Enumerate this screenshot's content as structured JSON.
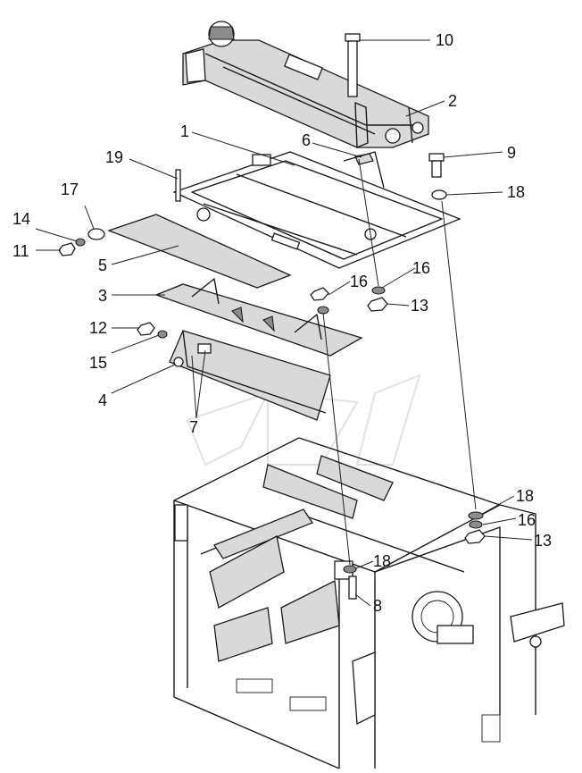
{
  "callouts": {
    "c1": "1",
    "c2": "2",
    "c3": "3",
    "c4": "4",
    "c5": "5",
    "c6": "6",
    "c7": "7",
    "c8": "8",
    "c9": "9",
    "c10": "10",
    "c11": "11",
    "c12": "12",
    "c13a": "13",
    "c13b": "13",
    "c14": "14",
    "c15": "15",
    "c16a": "16",
    "c16b": "16",
    "c16c": "16",
    "c17": "17",
    "c18a": "18",
    "c18b": "18",
    "c18c": "18",
    "c19": "19"
  }
}
